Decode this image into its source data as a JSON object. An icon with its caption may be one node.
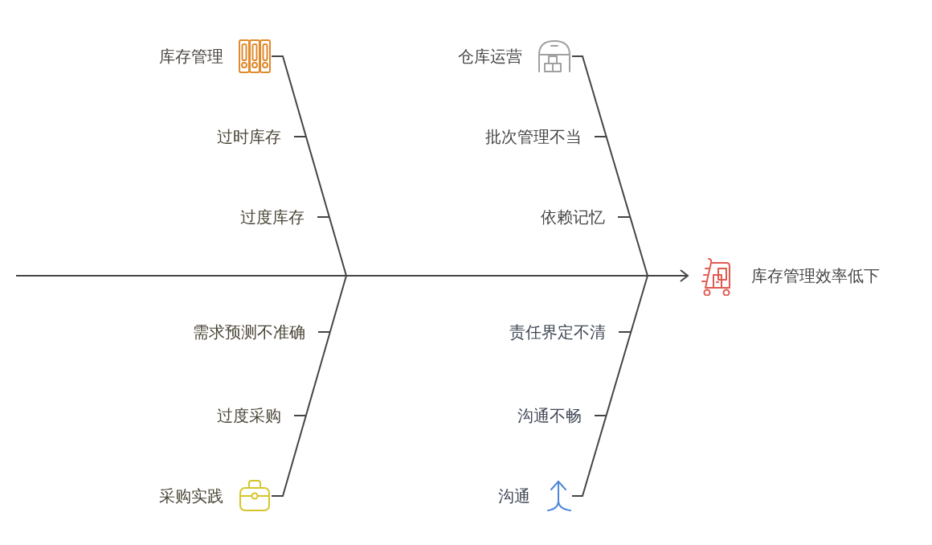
{
  "diagram": {
    "nodes": [
      {
        "text": [
          "库存管理"
        ]
      },
      {
        "text": [
          "过时库存"
        ]
      },
      {
        "text": [
          "过度库存"
        ]
      },
      {
        "text": [
          "仓库运营"
        ]
      },
      {
        "text": [
          "批次管理不当"
        ]
      },
      {
        "text": [
          "依赖记忆"
        ]
      },
      {
        "text": [
          "需求预测不准确"
        ]
      },
      {
        "text": [
          "过度采购"
        ]
      },
      {
        "text": [
          "采购实践"
        ]
      },
      {
        "text": [
          "责任界定不清"
        ]
      },
      {
        "text": [
          "沟通不畅"
        ]
      },
      {
        "text": [
          "沟通"
        ]
      },
      {
        "text": [
          "库存管理效率低下"
        ]
      }
    ],
    "edges": [
      {
        "from": null,
        "to": 12,
        "arrow": "to"
      },
      {
        "from": 0,
        "to": null,
        "arrow": "none"
      },
      {
        "from": 1,
        "to": null,
        "arrow": "none"
      },
      {
        "from": 2,
        "to": null,
        "arrow": "none"
      },
      {
        "from": 3,
        "to": null,
        "arrow": "none"
      },
      {
        "from": 4,
        "to": null,
        "arrow": "none"
      },
      {
        "from": 5,
        "to": null,
        "arrow": "none"
      },
      {
        "from": 6,
        "to": null,
        "arrow": "none"
      },
      {
        "from": 7,
        "to": null,
        "arrow": "none"
      },
      {
        "from": 8,
        "to": null,
        "arrow": "none"
      },
      {
        "from": 9,
        "to": null,
        "arrow": "none"
      },
      {
        "from": 10,
        "to": null,
        "arrow": "none"
      },
      {
        "from": 11,
        "to": null,
        "arrow": "none"
      }
    ]
  }
}
